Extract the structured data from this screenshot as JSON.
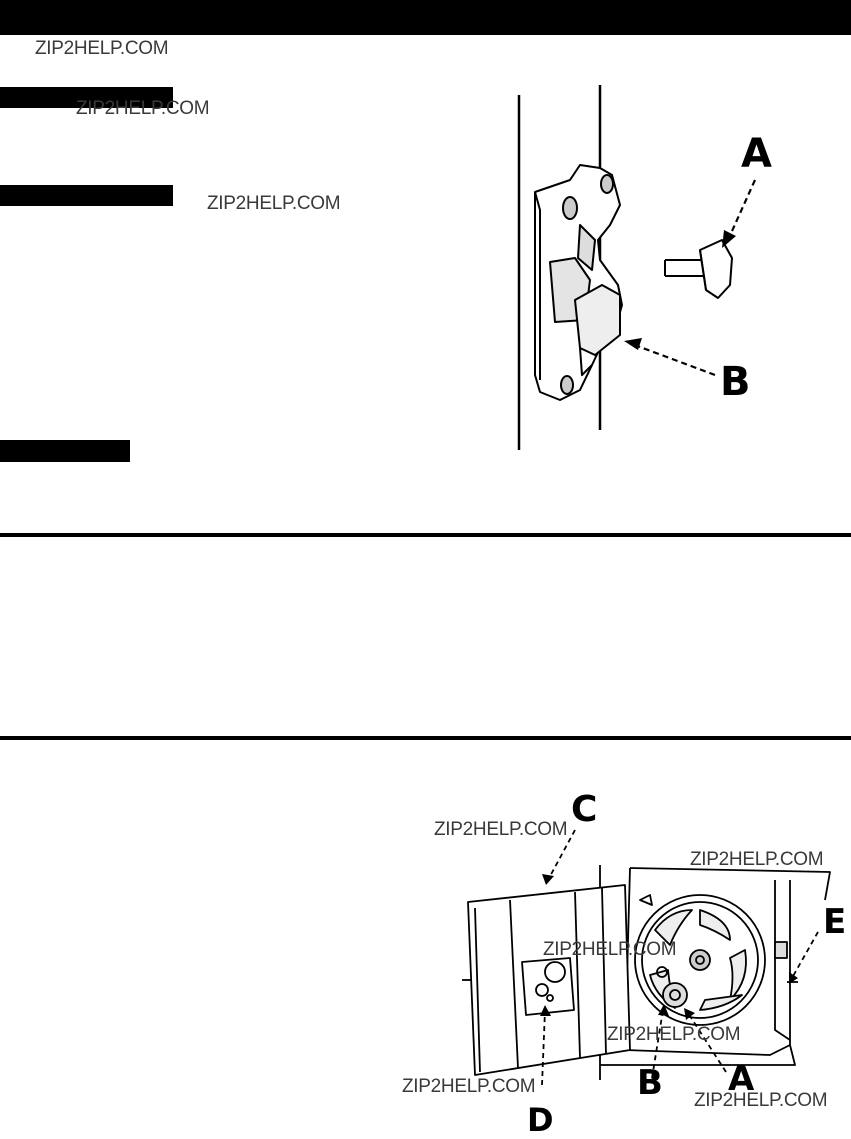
{
  "watermark": "ZIP2HELP.COM",
  "figure1": {
    "labels": {
      "a": "A",
      "b": "B"
    }
  },
  "figure2": {
    "labels": {
      "a": "A",
      "b": "B",
      "c": "C",
      "d": "D",
      "e": "E"
    }
  }
}
